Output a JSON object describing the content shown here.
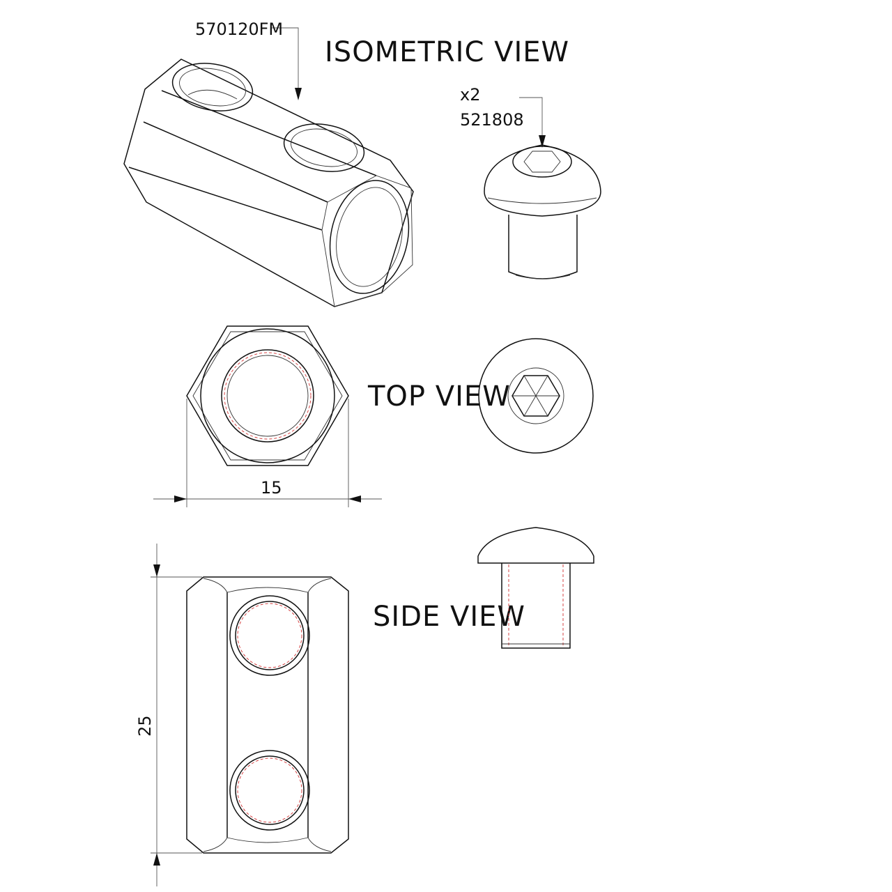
{
  "labels": {
    "part_number": "570120FM",
    "screw_qty": "x2",
    "screw_part_number": "521808"
  },
  "views": {
    "isometric": "ISOMETRIC VIEW",
    "top": "TOP VIEW",
    "side": "SIDE VIEW"
  },
  "dimensions": {
    "width": "15",
    "length": "25"
  },
  "colors": {
    "line": "#111111",
    "hidden_line": "#d23030"
  }
}
